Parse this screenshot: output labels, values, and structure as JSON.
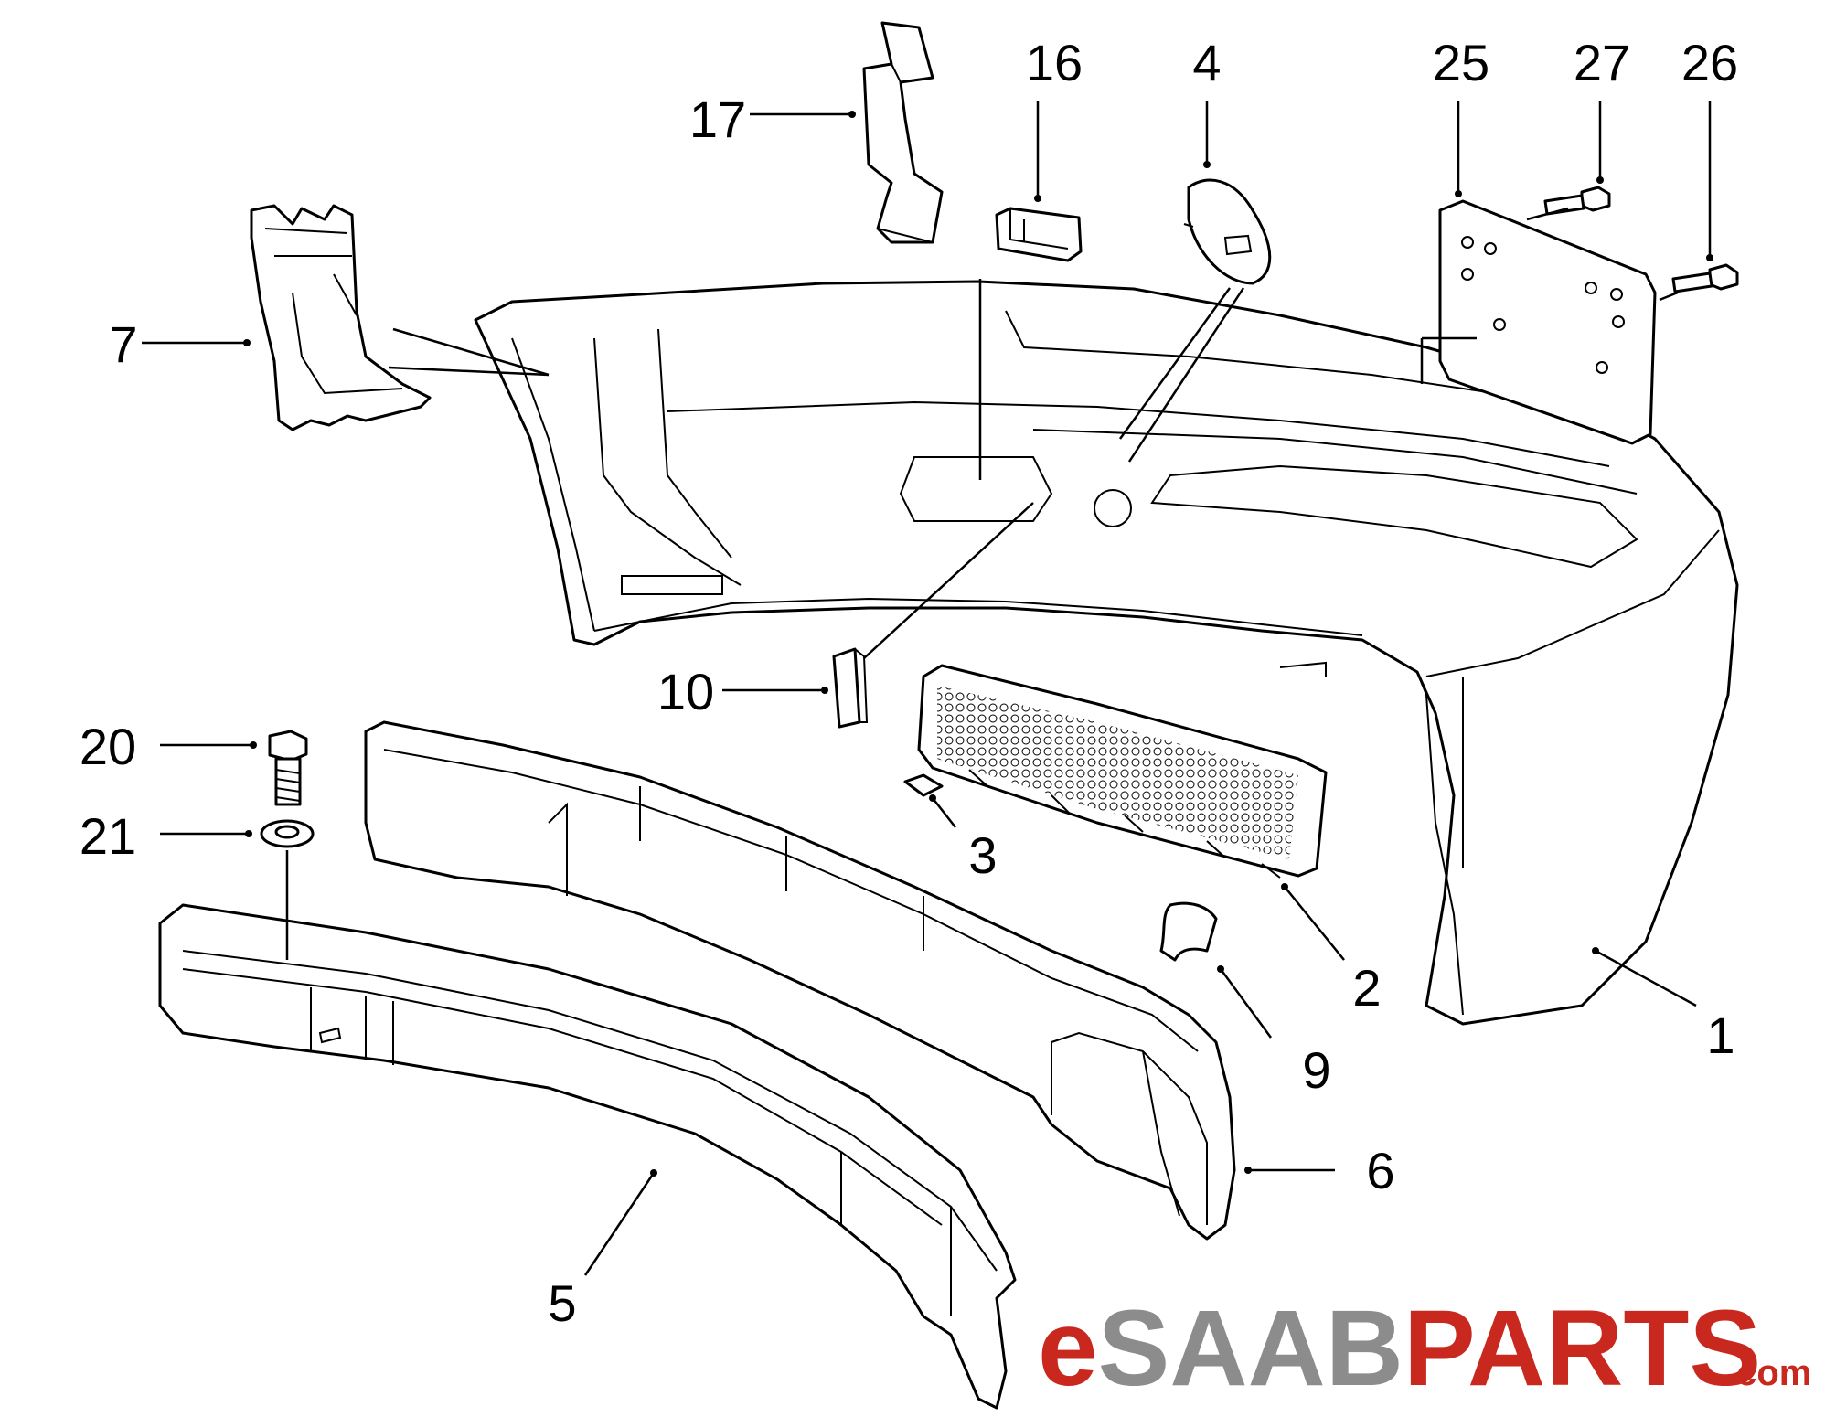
{
  "callouts": [
    {
      "id": "1",
      "text": "1"
    },
    {
      "id": "2",
      "text": "2"
    },
    {
      "id": "3",
      "text": "3"
    },
    {
      "id": "4",
      "text": "4"
    },
    {
      "id": "5",
      "text": "5"
    },
    {
      "id": "6",
      "text": "6"
    },
    {
      "id": "7",
      "text": "7"
    },
    {
      "id": "9",
      "text": "9"
    },
    {
      "id": "10",
      "text": "10"
    },
    {
      "id": "16",
      "text": "16"
    },
    {
      "id": "17",
      "text": "17"
    },
    {
      "id": "20",
      "text": "20"
    },
    {
      "id": "21",
      "text": "21"
    },
    {
      "id": "25",
      "text": "25"
    },
    {
      "id": "26",
      "text": "26"
    },
    {
      "id": "27",
      "text": "27"
    }
  ],
  "logo": {
    "e": "e",
    "saab": "SAAB",
    "parts": "PARTS",
    "dotcom": ".com",
    "colors": {
      "red": "#c8281e",
      "gray": "#8c8c8c"
    }
  }
}
